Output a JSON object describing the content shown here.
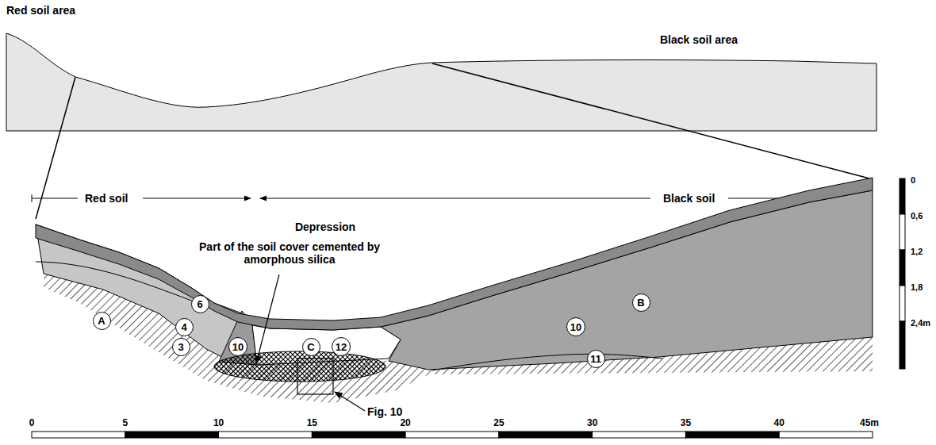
{
  "diagram": {
    "nodes": [
      {
        "text": [
          "A"
        ]
      },
      {
        "text": [
          "6"
        ]
      },
      {
        "text": [
          "4"
        ]
      },
      {
        "text": [
          "3"
        ]
      },
      {
        "text": [
          "10"
        ]
      },
      {
        "text": [
          "C"
        ]
      },
      {
        "text": [
          "12"
        ]
      },
      {
        "text": [
          "B"
        ]
      },
      {
        "text": [
          "10"
        ]
      },
      {
        "text": [
          "11"
        ]
      }
    ],
    "labels": [
      "Red soil area",
      "Black soil area",
      "Red soil",
      "Black soil",
      "Depression",
      "Part of the soil cover cemented by amorphous silica",
      "Fig. 10",
      "0",
      "0,6",
      "1,2",
      "1,8",
      "2,4m",
      "0",
      "5",
      "10",
      "15",
      "20",
      "25",
      "30",
      "35",
      "40",
      "45m"
    ]
  }
}
